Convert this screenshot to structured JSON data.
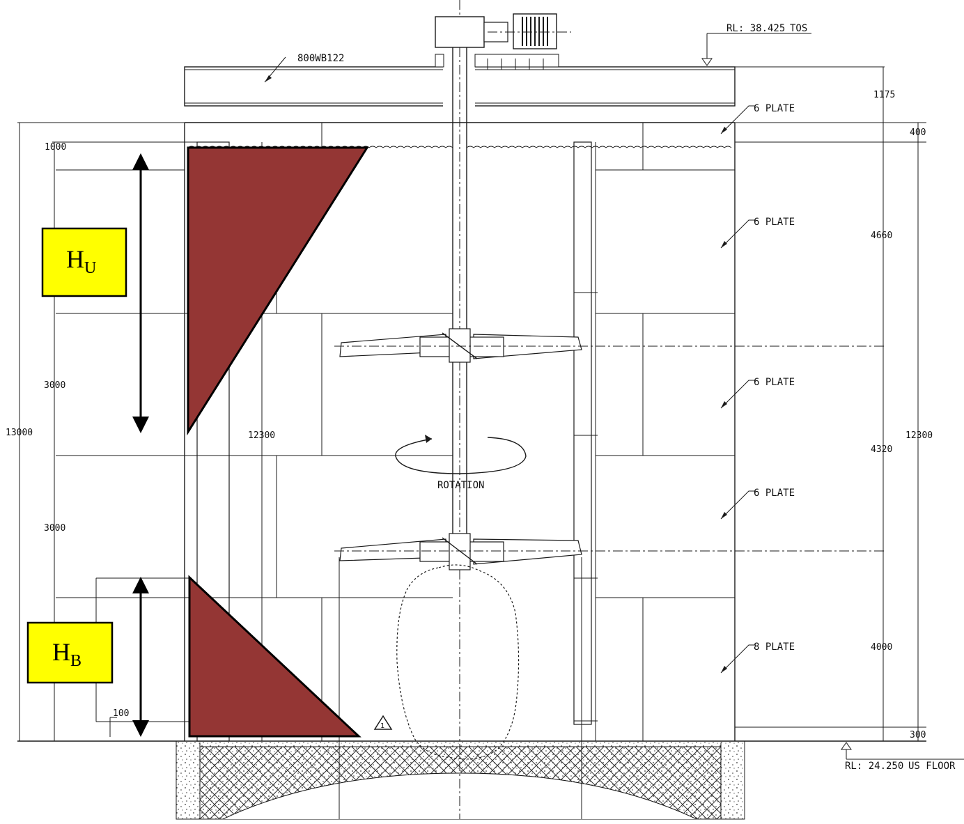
{
  "labels": {
    "hu_main": "H",
    "hu_sub": "U",
    "hb_main": "H",
    "hb_sub": "B",
    "beam": "800WB122",
    "rl_top": "RL: 38.425",
    "tos": "TOS",
    "rl_bottom": "RL: 24.250",
    "us_floor": "US FLOOR",
    "rotation": "ROTATION",
    "plate_1": "6 PLATE",
    "plate_2": "6 PLATE",
    "plate_3": "6 PLATE",
    "plate_4": "6 PLATE",
    "plate_5": "8 PLATE",
    "warning_symbol": "1"
  },
  "dimensions": {
    "d_1000": "1000",
    "d_3000_a": "3000",
    "d_3000_b": "3000",
    "d_13000": "13000",
    "d_12300_mid": "12300",
    "d_100": "100",
    "d_1175": "1175",
    "d_400": "400",
    "d_4660": "4660",
    "d_4320": "4320",
    "d_4000": "4000",
    "d_12300_right": "12300",
    "d_300": "300"
  },
  "colors": {
    "triangle_fill": "#943634",
    "label_box_fill": "#ffff00",
    "line": "#1a1a1a"
  }
}
